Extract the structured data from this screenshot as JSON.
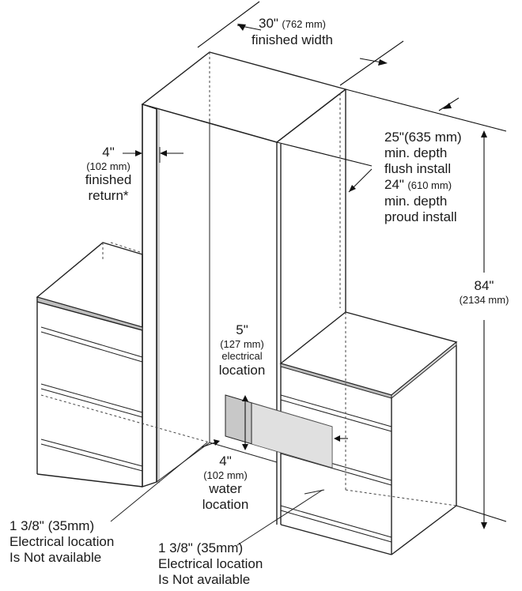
{
  "labels": {
    "finished_width": {
      "dim": "30\"",
      "metric": "(762 mm)",
      "text": "finished width"
    },
    "return": {
      "dim": "4\"",
      "metric": "(102 mm)",
      "line1": "finished",
      "line2": "return*"
    },
    "depth": {
      "flush_dim": "25\"(635 mm)",
      "flush_l1": "min. depth",
      "flush_l2": "flush install",
      "proud_dim": "24\"",
      "proud_metric": "(610 mm)",
      "proud_l1": "min. depth",
      "proud_l2": "proud install"
    },
    "height": {
      "dim": "84\"",
      "metric": "(2134 mm)"
    },
    "electrical": {
      "dim": "5\"",
      "metric": "(127 mm)",
      "line1": "electrical",
      "line2": "location"
    },
    "water": {
      "dim": "4\"",
      "metric": "(102 mm)",
      "line1": "water",
      "line2": "location"
    },
    "left_note": {
      "dim": "1 3/8\" (35mm)",
      "line1": "Electrical location",
      "line2": "Is Not available"
    },
    "right_note": {
      "dim": "1 3/8\" (35mm)",
      "line1": "Electrical location",
      "line2": "Is Not available"
    }
  },
  "colors": {
    "line": "#222222",
    "panel": "#d0d0d0",
    "zone": "#c8c8c8"
  }
}
